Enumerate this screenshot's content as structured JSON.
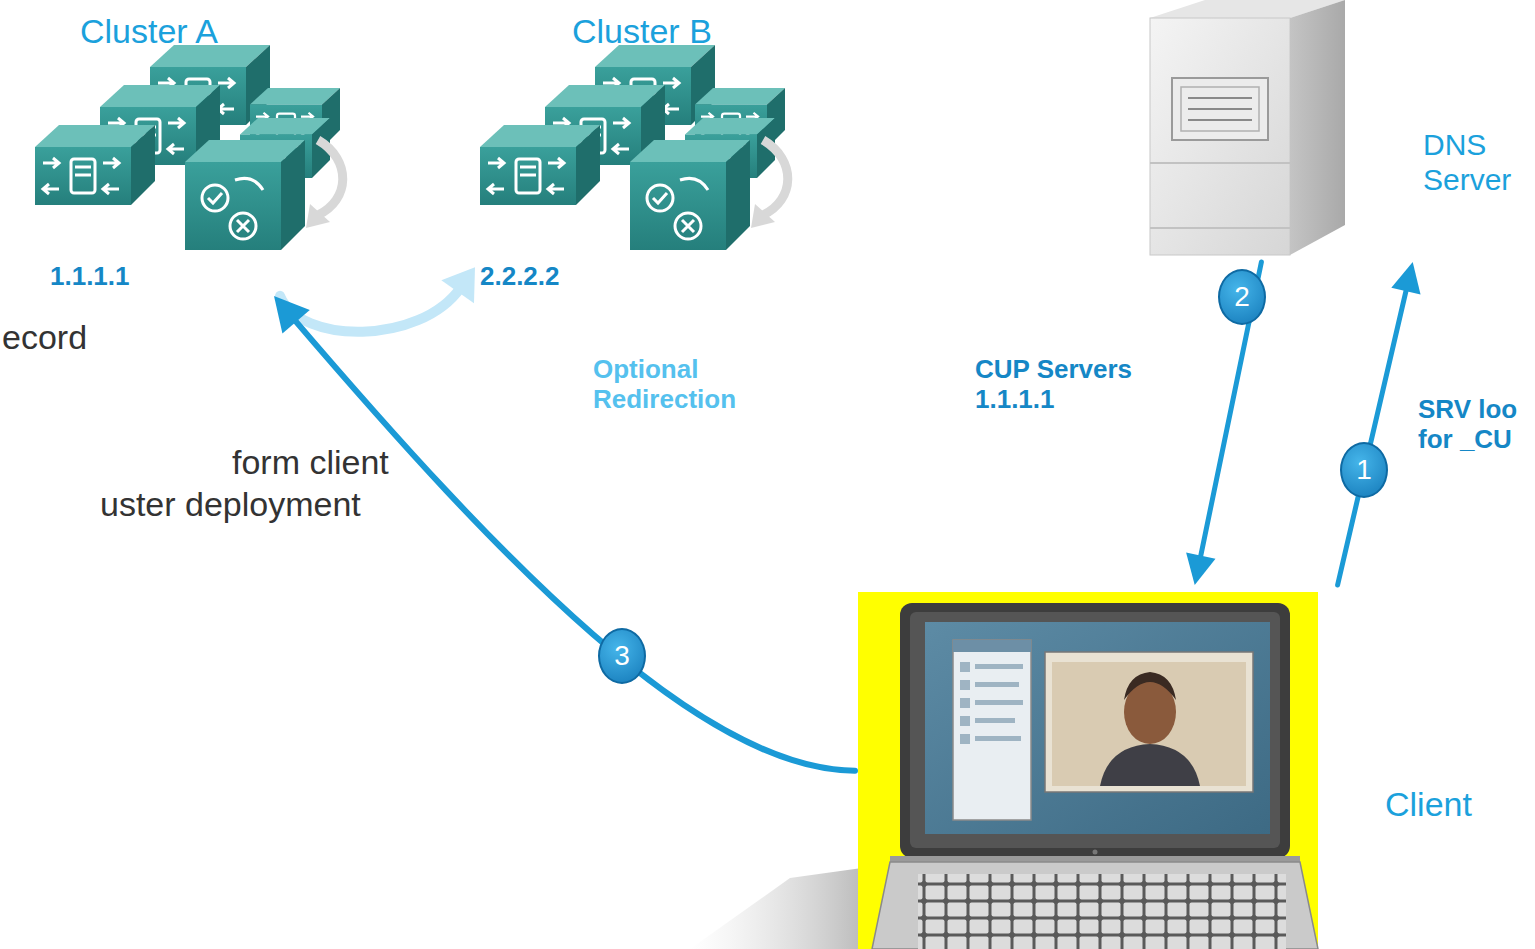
{
  "diagram": {
    "nodes": [
      {
        "text": [
          "Cluster A",
          "1.1.1.1"
        ]
      },
      {
        "text": [
          "Cluster B",
          "2.2.2.2"
        ]
      },
      {
        "text": [
          "DNS Server"
        ]
      },
      {
        "text": [
          "Client"
        ]
      }
    ],
    "edges": [
      {
        "from": 0,
        "to": 1,
        "arrow": "to",
        "label": "Optional Redirection"
      },
      {
        "from": 3,
        "to": 2,
        "arrow": "to",
        "label": "SRV loo for _CU"
      },
      {
        "from": 2,
        "to": 3,
        "arrow": "to",
        "label": "CUP Servers 1.1.1.1"
      },
      {
        "from": 3,
        "to": 0,
        "arrow": "to"
      }
    ],
    "labels": [
      "2",
      "ecord",
      "form client",
      "1",
      "uster deployment",
      "3"
    ]
  }
}
